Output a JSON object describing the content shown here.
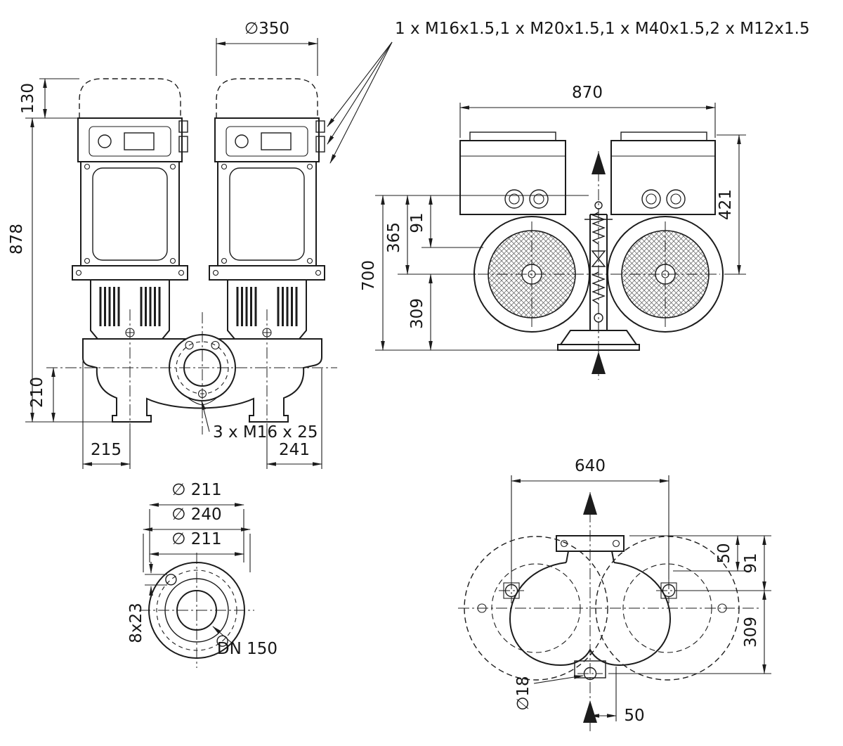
{
  "drawing": {
    "callout_glands": "1 x M16x1.5,1 x M20x1.5,1 x M40x1.5,2 x M12x1.5",
    "front_view": {
      "hood_diameter": "∅350",
      "hood_height": "130",
      "total_height": "878",
      "axis_height": "210",
      "offset_left": "215",
      "offset_right": "241",
      "flange_bolts": "3 x M16 x 25"
    },
    "side_view": {
      "overall_width": "870",
      "dim_421": "421",
      "dim_365": "365",
      "dim_91": "91",
      "dim_700": "700",
      "dim_309": "309"
    },
    "flange_view": {
      "diameter_outer_top": "∅ 211",
      "diameter_bolt_circle": "∅ 240",
      "diameter_outer_bottom": "∅ 211",
      "bolt_holes": "8x23",
      "nominal_diameter": "DN 150"
    },
    "plan_view": {
      "bolt_span": "640",
      "dim_50_right": "50",
      "dim_91": "91",
      "dim_309": "309",
      "anchor_hole": "∅18",
      "dim_50_bottom": "50"
    }
  }
}
